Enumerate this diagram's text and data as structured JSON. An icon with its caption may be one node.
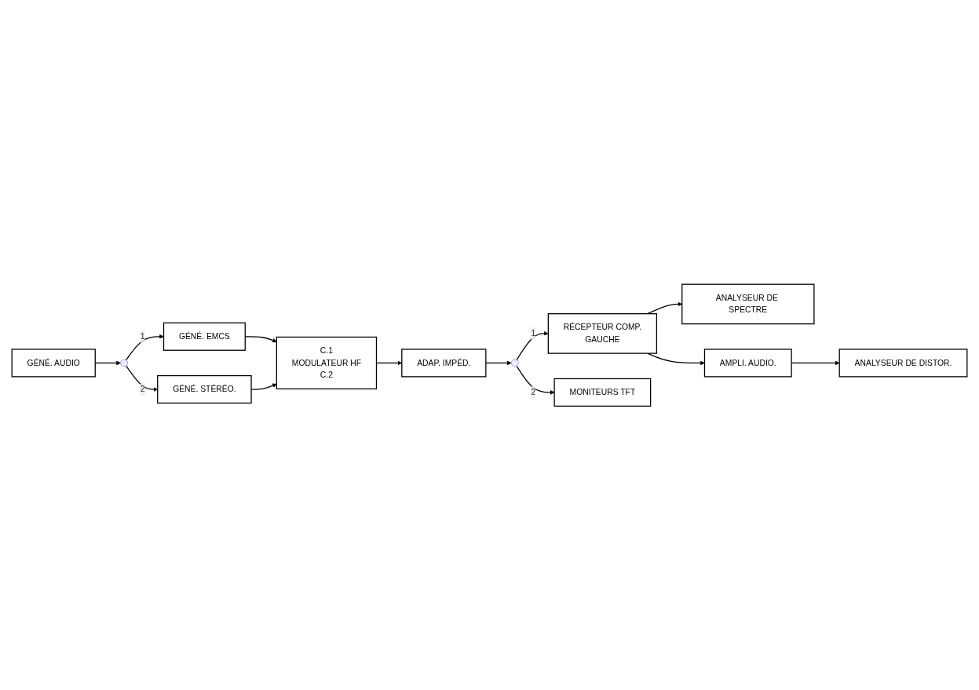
{
  "diagram": {
    "nodes": [
      {
        "text": [
          "GÉNÉ. AUDIO"
        ]
      },
      {
        "text": [],
        "shape": "switch"
      },
      {
        "text": [
          "GÉNÉ. EMCS"
        ]
      },
      {
        "text": [
          "GÉNÉ. STÉRÉO."
        ]
      },
      {
        "text": [
          "C.1",
          "MODULATEUR HF",
          "C.2"
        ]
      },
      {
        "text": [
          "ADAP. IMPÉD."
        ]
      },
      {
        "text": [
          "ANALYSEUR DE SPECTRE"
        ]
      },
      {
        "text": [
          "RÉCEPTEUR COMP.",
          "GAUCHE"
        ]
      },
      {
        "text": [],
        "shape": "switch"
      },
      {
        "text": [
          "MONITEURS TFT"
        ]
      },
      {
        "text": [
          "AMPLI. AUDIO."
        ]
      },
      {
        "text": [
          "ANALYSEUR DE DISTOR."
        ]
      }
    ],
    "edges": [
      {
        "from": 0,
        "to": 1,
        "arrow": "to"
      },
      {
        "from": 1,
        "to": 2,
        "arrow": "to",
        "label": "1"
      },
      {
        "from": 1,
        "to": 3,
        "arrow": "to",
        "label": "2"
      },
      {
        "from": 2,
        "to": 4,
        "arrow": "to"
      },
      {
        "from": 3,
        "to": 4,
        "arrow": "to"
      },
      {
        "from": 4,
        "to": 5,
        "arrow": "to"
      },
      {
        "from": 5,
        "to": 8,
        "arrow": "to"
      },
      {
        "from": 8,
        "to": 7,
        "arrow": "to",
        "label": "1"
      },
      {
        "from": 8,
        "to": 9,
        "arrow": "to",
        "label": "2"
      },
      {
        "from": 7,
        "to": 6,
        "arrow": "to"
      },
      {
        "from": 7,
        "to": 10,
        "arrow": "to"
      },
      {
        "from": 10,
        "to": 11,
        "arrow": "to"
      }
    ]
  }
}
